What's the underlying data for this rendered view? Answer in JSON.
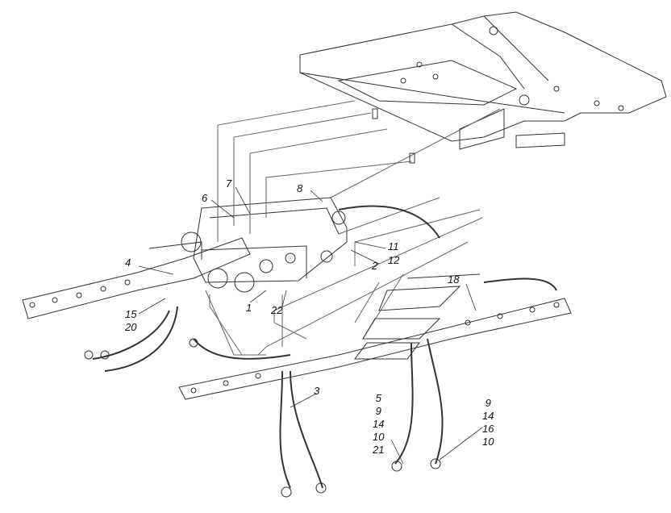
{
  "callouts": {
    "c1": "1",
    "c2": "2",
    "c3": "3",
    "c4": "4",
    "c6": "6",
    "c7": "7",
    "c8": "8",
    "c11": "11",
    "c12": "12",
    "c18": "18",
    "c22": "22",
    "c15": "15",
    "c20": "20"
  },
  "group_left": [
    "5",
    "9",
    "14",
    "10",
    "21"
  ],
  "group_right": [
    "9",
    "14",
    "16",
    "10"
  ],
  "colors": {
    "line": "#333333",
    "thin": "#666666",
    "background": "#ffffff"
  }
}
